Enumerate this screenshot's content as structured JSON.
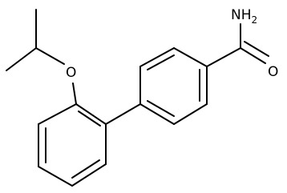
{
  "molecule": {
    "atoms": {
      "amide_nitrogen": {
        "symbol": "N",
        "hydrogens": "H",
        "count": "2"
      },
      "carbonyl_oxygen": {
        "symbol": "O"
      },
      "ether_oxygen": {
        "symbol": "O"
      }
    },
    "colors": {
      "bond": "#000000",
      "text": "#000000",
      "background": "#ffffff"
    }
  }
}
